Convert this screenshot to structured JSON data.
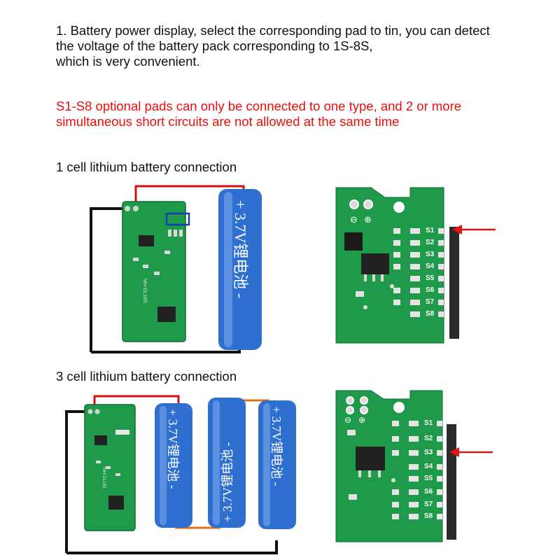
{
  "intro": {
    "lines": [
      "1. Battery power display, select the corresponding pad to tin, you can detect",
      "the voltage of the battery pack corresponding to 1S-8S,",
      "which is very convenient."
    ]
  },
  "warning": {
    "lines": [
      "S1-S8 optional pads can only be connected to one type, and 2 or more",
      "simultaneous short circuits are not allowed at the same time"
    ]
  },
  "section_one": {
    "heading": "1 cell lithium battery connection",
    "battery_label": "+ 3.7V锂电池 -",
    "board_marking": "MH-DL18S"
  },
  "section_three": {
    "heading": "3 cell lithium battery connection",
    "battery_labels": [
      "+ 3.7V锂电池 -",
      "+ 3.7V锂电池 -",
      "+ 3.7V锂电池 -"
    ],
    "board_marking": "MH-DL18S"
  },
  "pad_labels": [
    "S1",
    "S2",
    "S3",
    "S4",
    "S5",
    "S6",
    "S7",
    "S8"
  ],
  "closeup_top": {
    "highlighted_pad": "S1"
  },
  "closeup_bottom": {
    "highlighted_pad": "S3"
  },
  "colors": {
    "warning": "#e8100c",
    "pcb": "#1f9a4a",
    "battery": "#2f6fd0",
    "arrow": "#e01515"
  }
}
